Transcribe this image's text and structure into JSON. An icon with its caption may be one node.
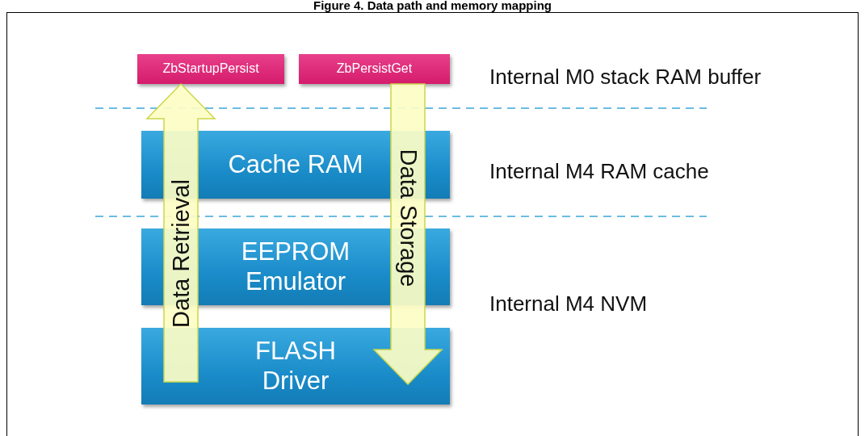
{
  "diagram": {
    "title": "Figure 4. Data path and memory mapping",
    "nodes": [
      {
        "text": [
          "ZbStartupPersist"
        ]
      },
      {
        "text": [
          "ZbPersistGet"
        ]
      },
      {
        "text": [
          "Cache RAM"
        ]
      },
      {
        "text": [
          "EEPROM Emulator"
        ]
      },
      {
        "text": [
          "FLASH Driver"
        ]
      }
    ],
    "edges": [
      {
        "from": 4,
        "to": 0,
        "arrow": "to",
        "label": "Data Retrieval",
        "style": "thick"
      },
      {
        "from": 1,
        "to": 4,
        "arrow": "to",
        "label": "Data Storage",
        "style": "thick"
      }
    ],
    "labels": [
      "Internal M0 stack RAM buffer",
      "Internal M4 RAM cache",
      "Internal M4 NVM"
    ]
  }
}
